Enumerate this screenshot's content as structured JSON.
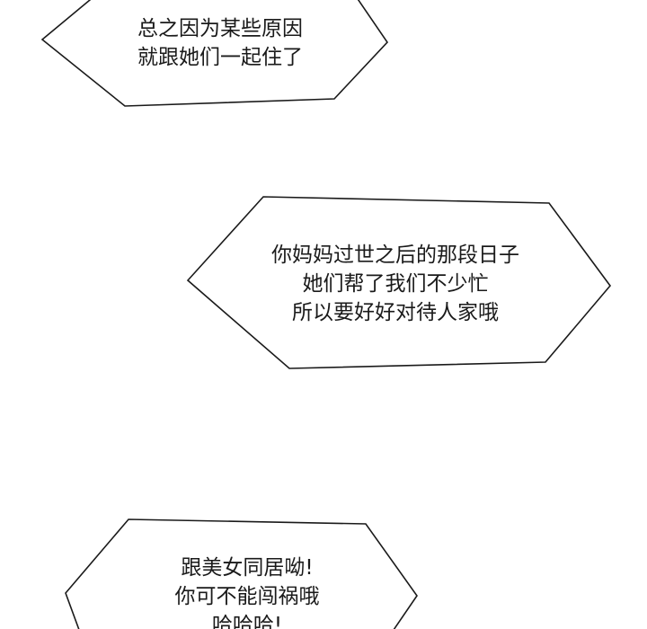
{
  "bubbles": [
    {
      "lines": [
        "总之因为某些原因",
        "就跟她们一起住了"
      ]
    },
    {
      "lines": [
        "你妈妈过世之后的那段日子",
        "她们帮了我们不少忙",
        "所以要好好对待人家哦"
      ]
    },
    {
      "lines": [
        "跟美女同居呦!",
        "你可不能闯祸哦",
        "哈哈哈!"
      ]
    }
  ],
  "colors": {
    "background": "#ffffff",
    "bubble_fill": "#ffffff",
    "bubble_stroke": "#1a1a1a",
    "text": "#1a1a1a"
  }
}
